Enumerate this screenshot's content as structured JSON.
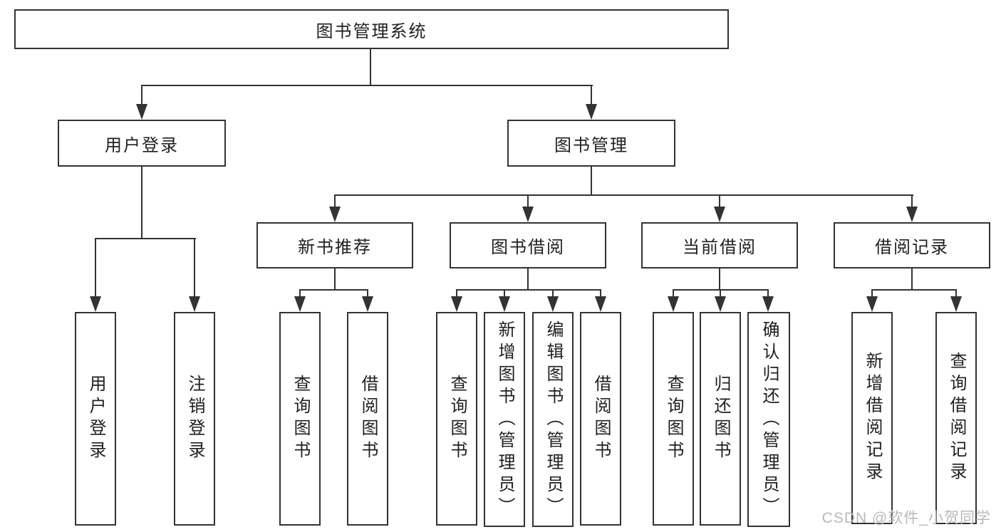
{
  "diagram": {
    "root": {
      "label": "图书管理系统"
    },
    "branches": [
      {
        "label": "用户登录",
        "children": [
          {
            "label": "用户登录"
          },
          {
            "label": "注销登录"
          }
        ]
      },
      {
        "label": "图书管理",
        "children": [
          {
            "label": "新书推荐",
            "children": [
              {
                "label": "查询图书"
              },
              {
                "label": "借阅图书"
              }
            ]
          },
          {
            "label": "图书借阅",
            "children": [
              {
                "label": "查询图书"
              },
              {
                "label": "新增图书（管理员）"
              },
              {
                "label": "编辑图书（管理员）"
              },
              {
                "label": "借阅图书"
              }
            ]
          },
          {
            "label": "当前借阅",
            "children": [
              {
                "label": "查询图书"
              },
              {
                "label": "归还图书"
              },
              {
                "label": "确认归还（管理员）"
              }
            ]
          },
          {
            "label": "借阅记录",
            "children": [
              {
                "label": "新增借阅记录"
              },
              {
                "label": "查询借阅记录"
              }
            ]
          }
        ]
      }
    ]
  },
  "watermark": {
    "text": "CSDN @软件_小贺同学"
  },
  "colors": {
    "line": "#333333",
    "box_border": "#333333",
    "text": "#1f1f1f",
    "watermark": "#b9b9b9",
    "background": "#ffffff"
  }
}
